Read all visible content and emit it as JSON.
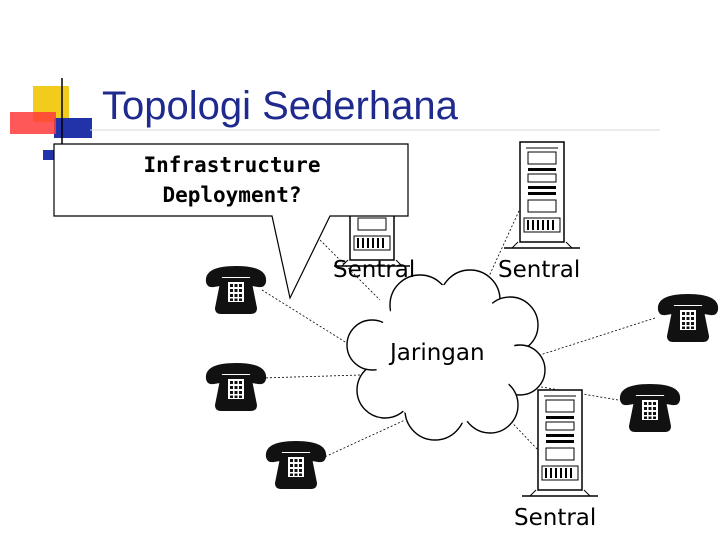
{
  "slide": {
    "title": "Topologi Sederhana"
  },
  "callout": {
    "line1": "Infrastructure",
    "line2": "Deployment?"
  },
  "network": {
    "cloud_label": "Jaringan",
    "switches": [
      {
        "label": "Sentral"
      },
      {
        "label": "Sentral"
      },
      {
        "label": "Sentral"
      }
    ],
    "telephones": [
      {
        "name": "phone-left-top"
      },
      {
        "name": "phone-left-middle"
      },
      {
        "name": "phone-left-bottom"
      },
      {
        "name": "phone-right-top"
      },
      {
        "name": "phone-right-middle"
      }
    ]
  },
  "colors": {
    "title": "#1f2a8f",
    "accent_yellow": "#f2cc1c",
    "accent_red": "#ff3b3b",
    "accent_blue": "#2233aa"
  },
  "icons": {
    "telephone": "telephone-icon",
    "server": "server-tower-icon",
    "cloud": "network-cloud-icon"
  }
}
